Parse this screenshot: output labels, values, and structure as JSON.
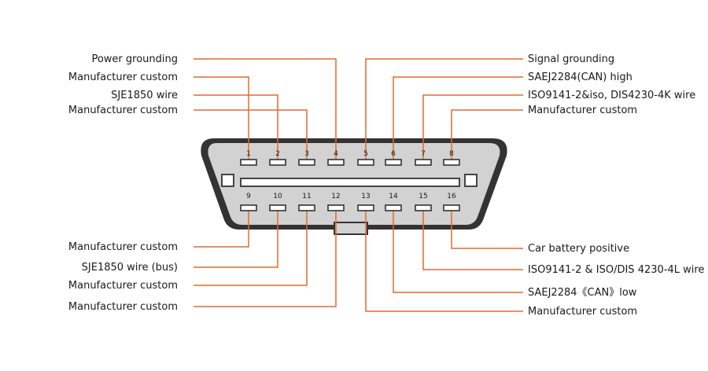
{
  "colors": {
    "lead": "#e36a2e",
    "body": "#d2d2d2",
    "outline": "#333333"
  },
  "pins_top": [
    {
      "num": "1",
      "label": "Manufacturer custom"
    },
    {
      "num": "2",
      "label": "SJE1850 wire"
    },
    {
      "num": "3",
      "label": "Manufacturer custom"
    },
    {
      "num": "4",
      "label": "Power grounding"
    },
    {
      "num": "5",
      "label": "Signal grounding"
    },
    {
      "num": "6",
      "label": "SAEJ2284(CAN) high"
    },
    {
      "num": "7",
      "label": "ISO9141-2&iso, DIS4230-4K wire"
    },
    {
      "num": "8",
      "label": "Manufacturer custom"
    }
  ],
  "pins_bottom": [
    {
      "num": "9",
      "label": "Manufacturer custom"
    },
    {
      "num": "10",
      "label": "SJE1850 wire (bus)"
    },
    {
      "num": "11",
      "label": "Manufacturer custom"
    },
    {
      "num": "12",
      "label": "Manufacturer custom"
    },
    {
      "num": "13",
      "label": "Manufacturer custom"
    },
    {
      "num": "14",
      "label": "SAEJ2284《CAN》low"
    },
    {
      "num": "15",
      "label": "ISO9141-2 & ISO/DIS 4230-4L wire"
    },
    {
      "num": "16",
      "label": "Car battery positive"
    }
  ]
}
